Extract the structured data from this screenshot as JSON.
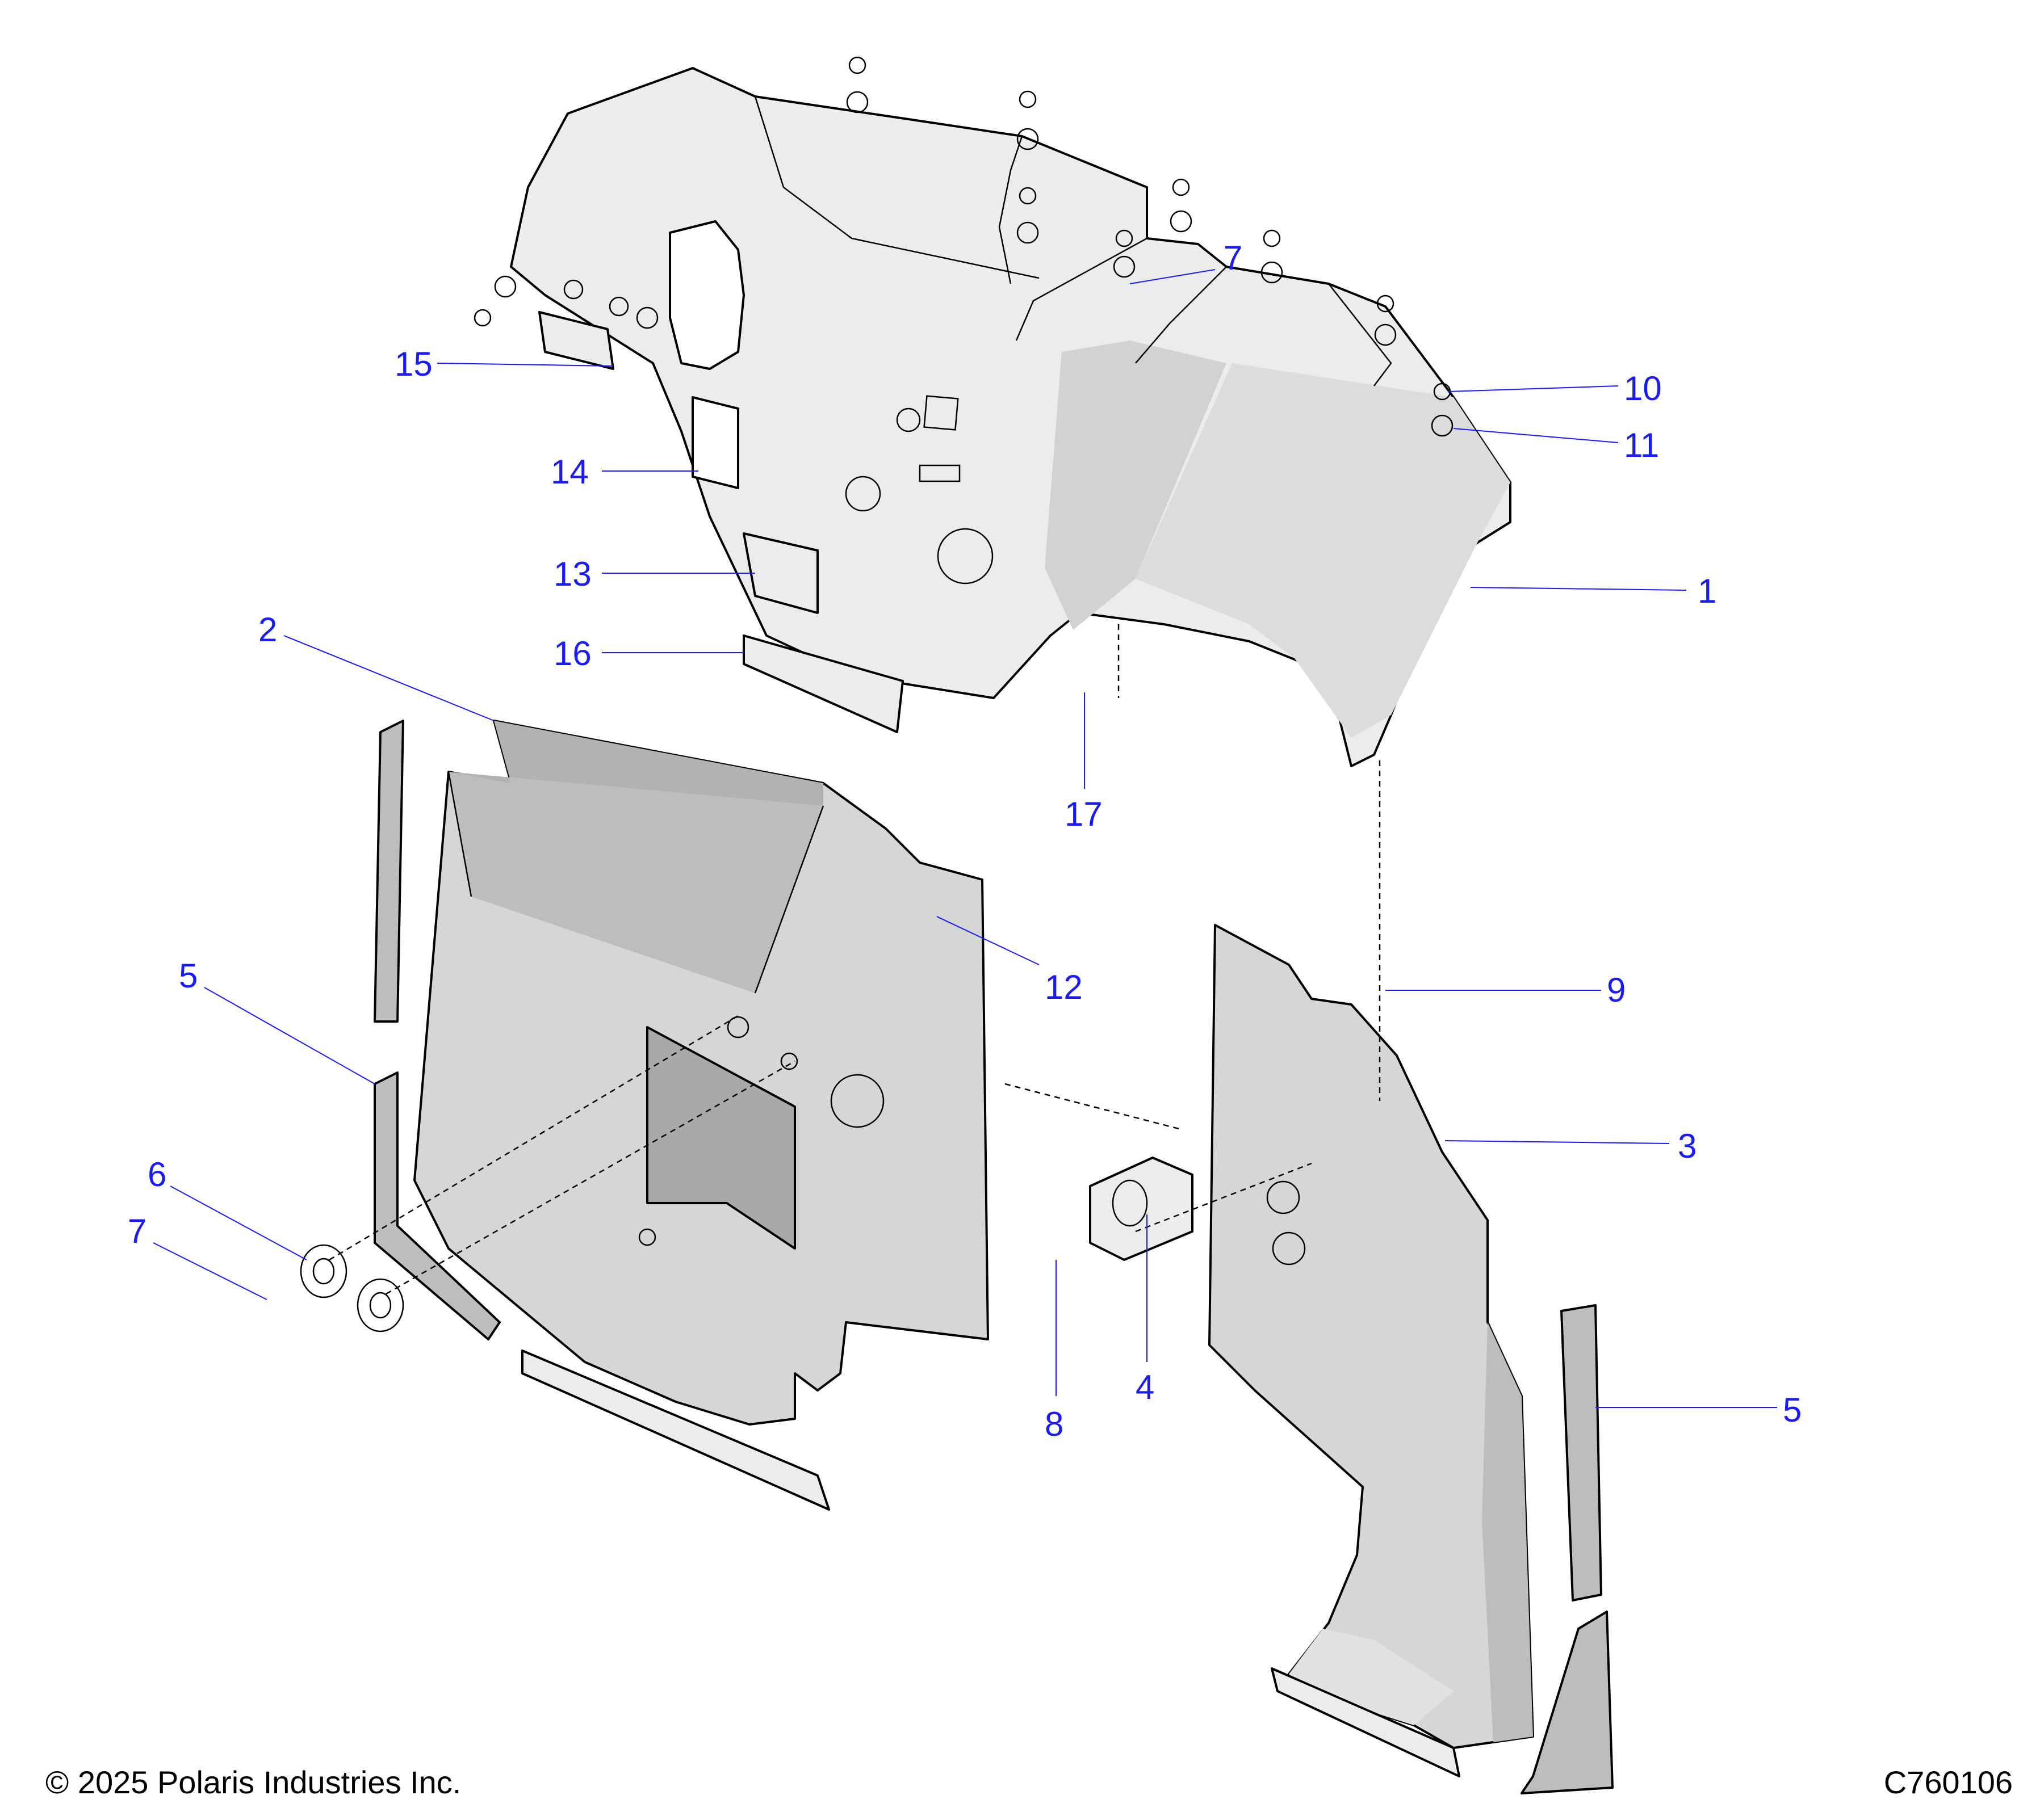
{
  "callouts": {
    "c1": "1",
    "c2": "2",
    "c3": "3",
    "c4": "4",
    "c5a": "5",
    "c5b": "5",
    "c6": "6",
    "c7a": "7",
    "c7b": "7",
    "c8": "8",
    "c9": "9",
    "c10": "10",
    "c11": "11",
    "c12": "12",
    "c13": "13",
    "c14": "14",
    "c15": "15",
    "c16": "16",
    "c17": "17"
  },
  "footer": {
    "copyright": "© 2025 Polaris Industries Inc.",
    "figure_id": "C760106"
  },
  "colors": {
    "callout": "#1a1aff",
    "panel_light": "#ececec",
    "panel_mid": "#d6d6d6",
    "panel_dark": "#a9a9a9",
    "line": "#000000"
  }
}
